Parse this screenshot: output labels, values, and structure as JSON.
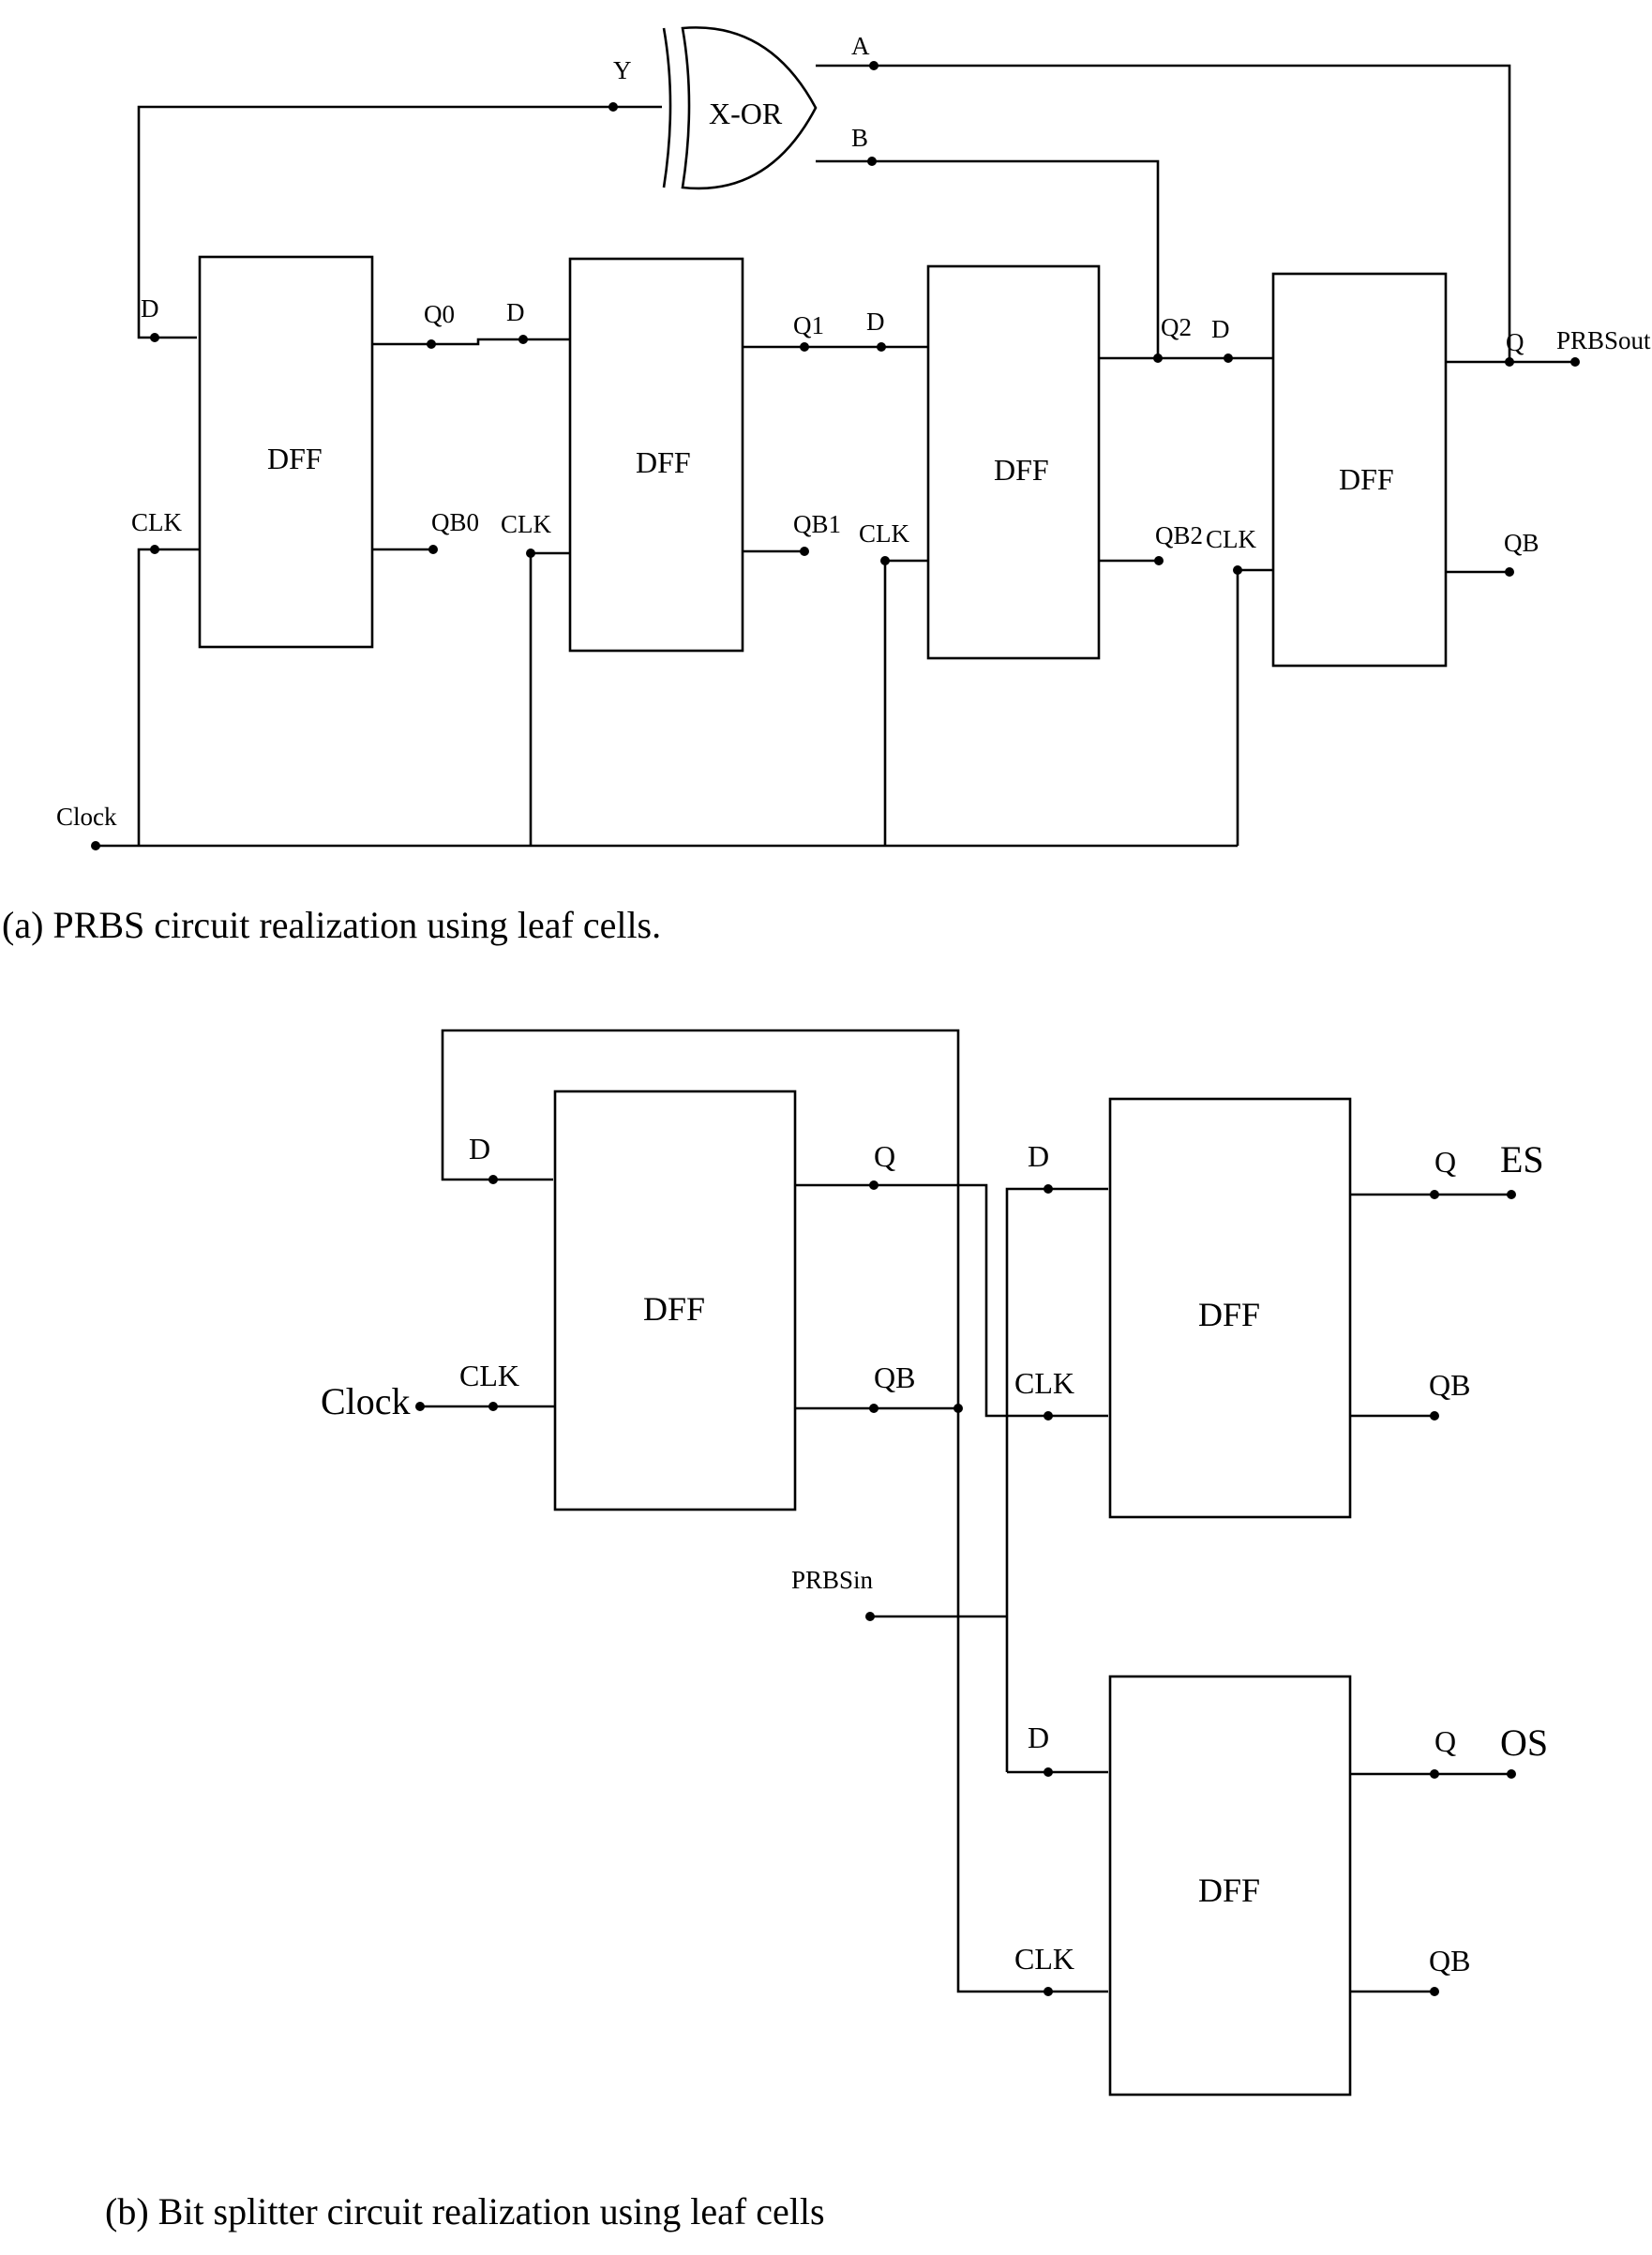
{
  "circuit_a": {
    "caption": "(a) PRBS circuit realization using leaf cells.",
    "gate_label": "X-OR",
    "gate_inputs": {
      "a": "A",
      "b": "B"
    },
    "gate_output": "Y",
    "clock_label": "Clock",
    "output_label": "PRBSout",
    "flip_flops": [
      {
        "name": "DFF",
        "d": "D",
        "clk": "CLK",
        "q": "Q0",
        "qb": "QB0"
      },
      {
        "name": "DFF",
        "d": "D",
        "clk": "CLK",
        "q": "Q1",
        "qb": "QB1"
      },
      {
        "name": "DFF",
        "d": "D",
        "clk": "CLK",
        "q": "Q2",
        "qb": "QB2"
      },
      {
        "name": "DFF",
        "d": "D",
        "clk": "CLK",
        "q": "Q",
        "qb": "QB"
      }
    ]
  },
  "circuit_b": {
    "caption": "(b) Bit splitter circuit realization using leaf cells",
    "clock_label": "Clock",
    "input_label": "PRBSin",
    "even_label": "ES",
    "odd_label": "OS",
    "flip_flops": [
      {
        "name": "DFF",
        "d": "D",
        "clk": "CLK",
        "q": "Q",
        "qb": "QB"
      },
      {
        "name": "DFF",
        "d": "D",
        "clk": "CLK",
        "q": "Q",
        "qb": "QB"
      },
      {
        "name": "DFF",
        "d": "D",
        "clk": "CLK",
        "q": "Q",
        "qb": "QB"
      }
    ]
  }
}
